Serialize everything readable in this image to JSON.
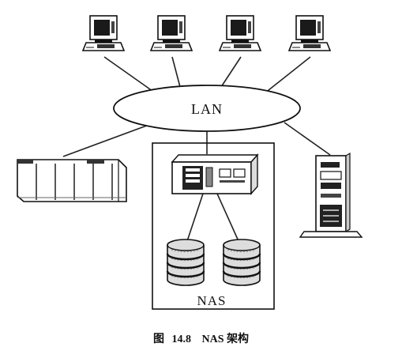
{
  "diagram": {
    "lan_label": "LAN",
    "nas_label": "NAS",
    "caption": {
      "fig": "图",
      "number": "14.8",
      "title": "NAS 架构"
    }
  },
  "icons": [
    "workstation-icon",
    "disk-array-icon",
    "nas-filer-icon",
    "disk-drum-icon",
    "server-tower-icon"
  ],
  "colors": {
    "ink": "#111111",
    "paper": "#ffffff"
  }
}
